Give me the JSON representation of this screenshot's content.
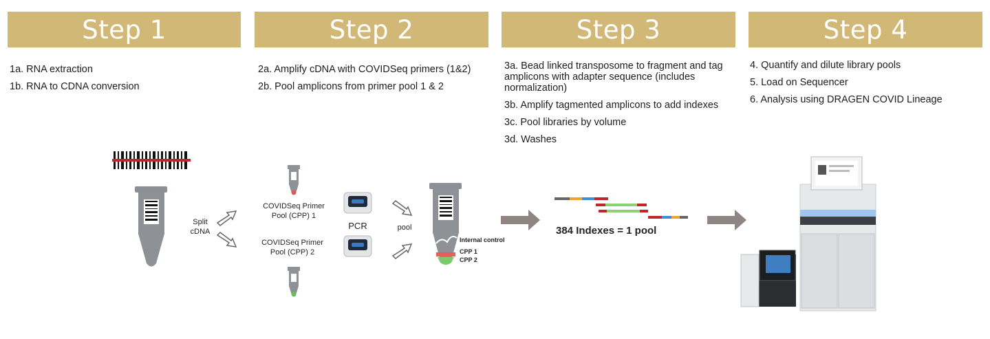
{
  "steps": [
    {
      "title": "Step 1",
      "items": [
        "1a. RNA extraction",
        "1b. RNA to CDNA conversion"
      ]
    },
    {
      "title": "Step 2",
      "items": [
        "2a. Amplify cDNA with COVIDSeq primers (1&2)",
        "2b. Pool amplicons from primer pool 1 & 2"
      ]
    },
    {
      "title": "Step 3",
      "items": [
        "3a. Bead linked transposome to fragment and tag amplicons with adapter sequence (includes normalization)",
        "3b. Amplify tagmented amplicons to add indexes",
        "3c. Pool libraries by volume",
        "3d. Washes"
      ]
    },
    {
      "title": "Step 4",
      "items": [
        "4. Quantify and dilute library pools",
        "5. Load on Sequencer",
        "6. Analysis using DRAGEN COVID Lineage"
      ]
    }
  ],
  "diagram": {
    "split_label": "Split\ncDNA",
    "primer_pool_1": "COVIDSeq Primer\nPool (CPP) 1",
    "primer_pool_2": "COVIDSeq Primer\nPool (CPP) 2",
    "pcr_label": "PCR",
    "pool_label": "pool",
    "internal_control": "Internal control",
    "cpp1": "CPP 1",
    "cpp2": "CPP 2",
    "indexes_label": "384 Indexes = 1 pool"
  },
  "colors": {
    "header_bg": "#d1b876",
    "header_text": "#ffffff",
    "arrow": "#8f8583"
  }
}
